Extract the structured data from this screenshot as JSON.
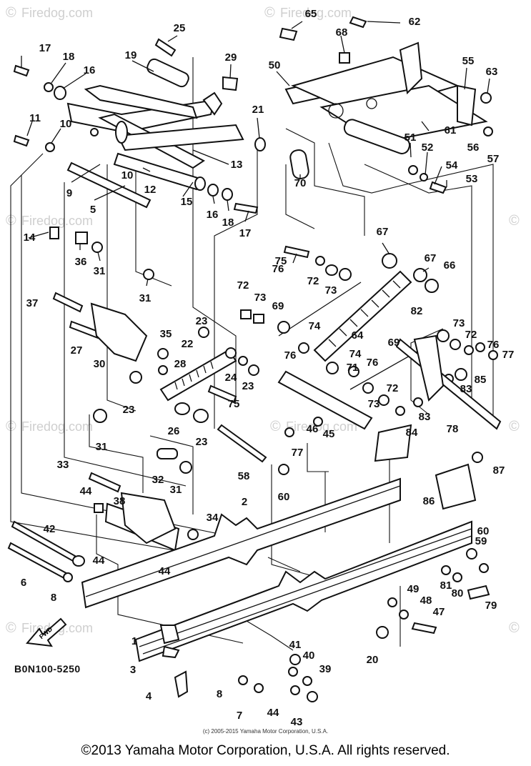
{
  "diagram": {
    "part_code": "B0N100-5250",
    "direction_arrow_label": "FWD",
    "callouts": [
      "1",
      "2",
      "3",
      "4",
      "5",
      "6",
      "7",
      "8",
      "9",
      "10",
      "11",
      "12",
      "13",
      "14",
      "15",
      "16",
      "17",
      "18",
      "19",
      "20",
      "21",
      "22",
      "23",
      "24",
      "25",
      "26",
      "27",
      "28",
      "29",
      "30",
      "31",
      "32",
      "33",
      "34",
      "35",
      "36",
      "37",
      "38",
      "39",
      "40",
      "41",
      "42",
      "43",
      "44",
      "45",
      "46",
      "47",
      "48",
      "49",
      "50",
      "51",
      "52",
      "53",
      "54",
      "55",
      "56",
      "57",
      "58",
      "59",
      "60",
      "61",
      "62",
      "63",
      "64",
      "65",
      "66",
      "67",
      "68",
      "69",
      "70",
      "71",
      "72",
      "73",
      "74",
      "75",
      "76",
      "77",
      "78",
      "79",
      "80",
      "81",
      "82",
      "83",
      "84",
      "85",
      "86",
      "87"
    ]
  },
  "watermarks": {
    "text": "Firedog.com",
    "copyright_symbol": "©"
  },
  "small_copyright": "(c) 2005-2015 Yamaha Motor Corporation, U.S.A.",
  "footer": "©2013 Yamaha Motor Corporation, U.S.A. All rights reserved."
}
